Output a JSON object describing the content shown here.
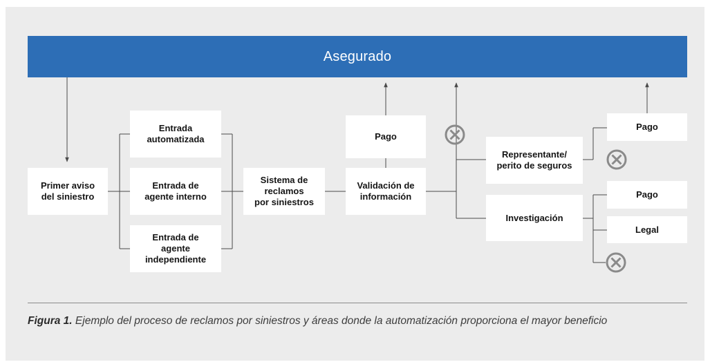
{
  "banner": {
    "label": "Asegurado"
  },
  "nodes": {
    "primer_aviso": "Primer aviso\ndel siniestro",
    "entrada_automatizada": "Entrada\nautomatizada",
    "entrada_agente_interno": "Entrada de\nagente interno",
    "entrada_agente_independiente": "Entrada de\nagente\nindependiente",
    "sistema_reclamos": "Sistema de\nreclamos\npor siniestros",
    "validacion": "Validación de\ninformación",
    "pago_1": "Pago",
    "representante": "Representante/\nperito de seguros",
    "investigacion": "Investigación",
    "pago_2": "Pago",
    "pago_3": "Pago",
    "legal": "Legal"
  },
  "icons": {
    "stop": "x-circle-icon",
    "stop_color": "#8a8a8a"
  },
  "colors": {
    "banner": "#2d6eb6",
    "panel": "#ececec",
    "box": "#ffffff",
    "line": "#4a4a4a"
  },
  "caption": {
    "label": "Figura 1.",
    "text": " Ejemplo del proceso de reclamos por siniestros y áreas donde la automatización proporciona el mayor beneficio"
  }
}
